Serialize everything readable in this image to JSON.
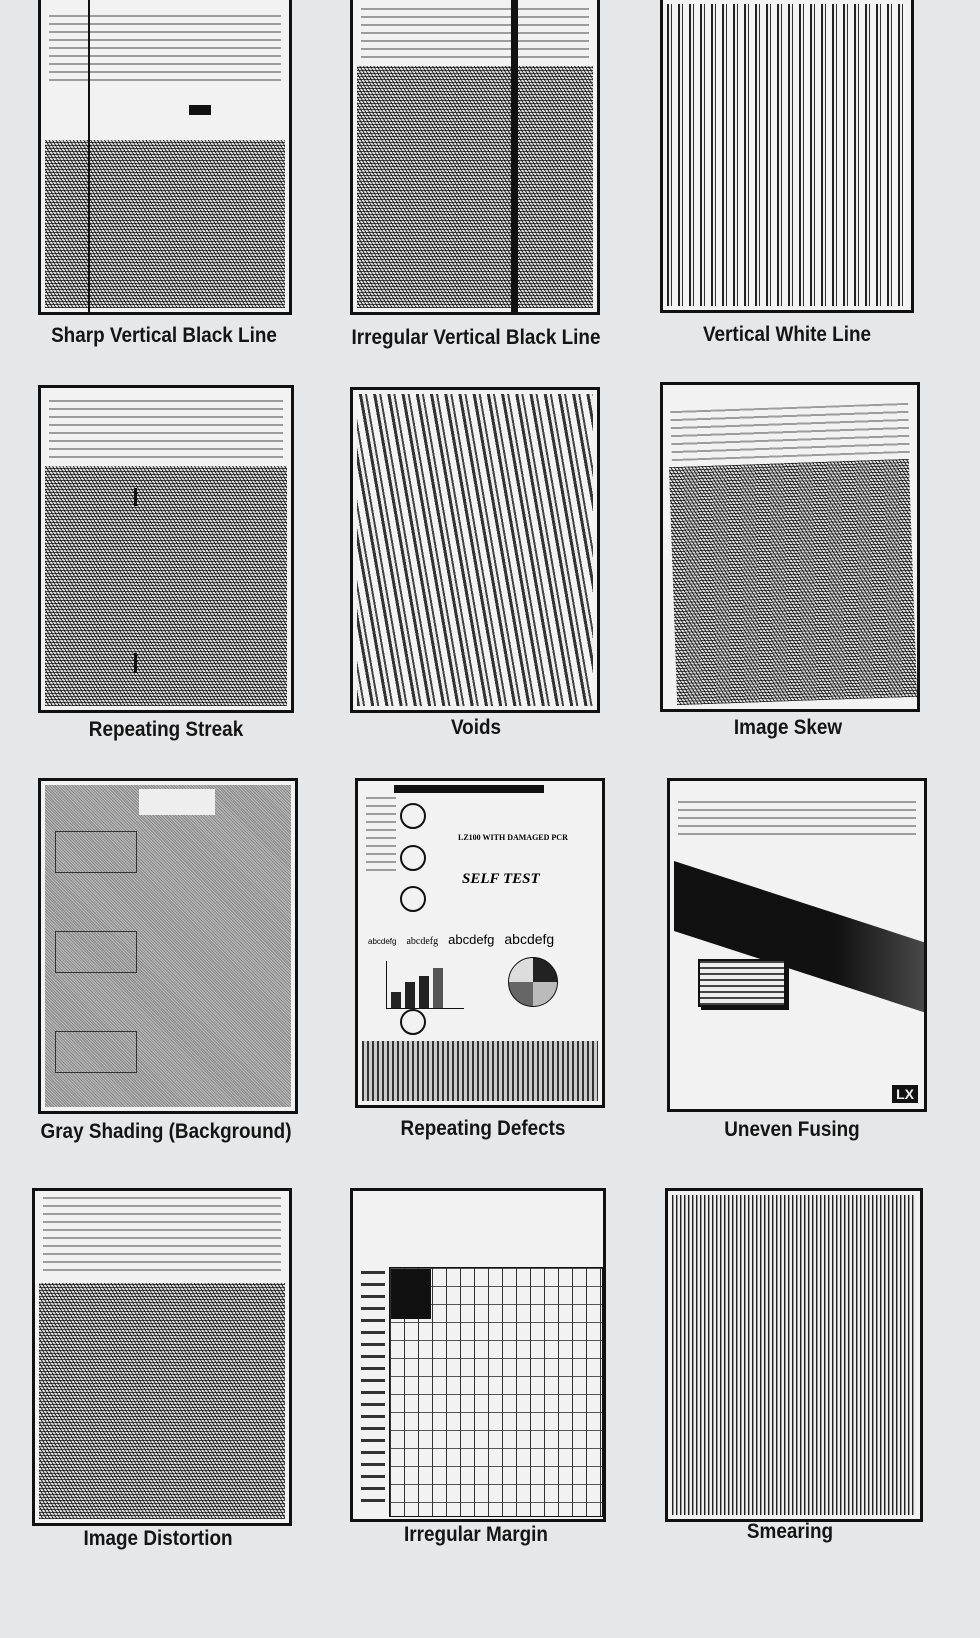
{
  "captions": [
    "Sharp Vertical Black Line",
    "Irregular Vertical Black Line",
    "Vertical White Line",
    "Repeating Streak",
    "Voids",
    "Image Skew",
    "Gray Shading (Background)",
    "Repeating Defects",
    "Uneven Fusing",
    "Image Distortion",
    "Irregular Margin",
    "Smearing"
  ],
  "repeating_defects": {
    "heading": "LZ100 WITH DAMAGED PCR",
    "title": "SELF TEST",
    "samples": [
      "abcdefg",
      "abcdefg",
      "abcdefg",
      "abcdefg"
    ]
  },
  "uneven_fusing": {
    "logo": "LX"
  }
}
